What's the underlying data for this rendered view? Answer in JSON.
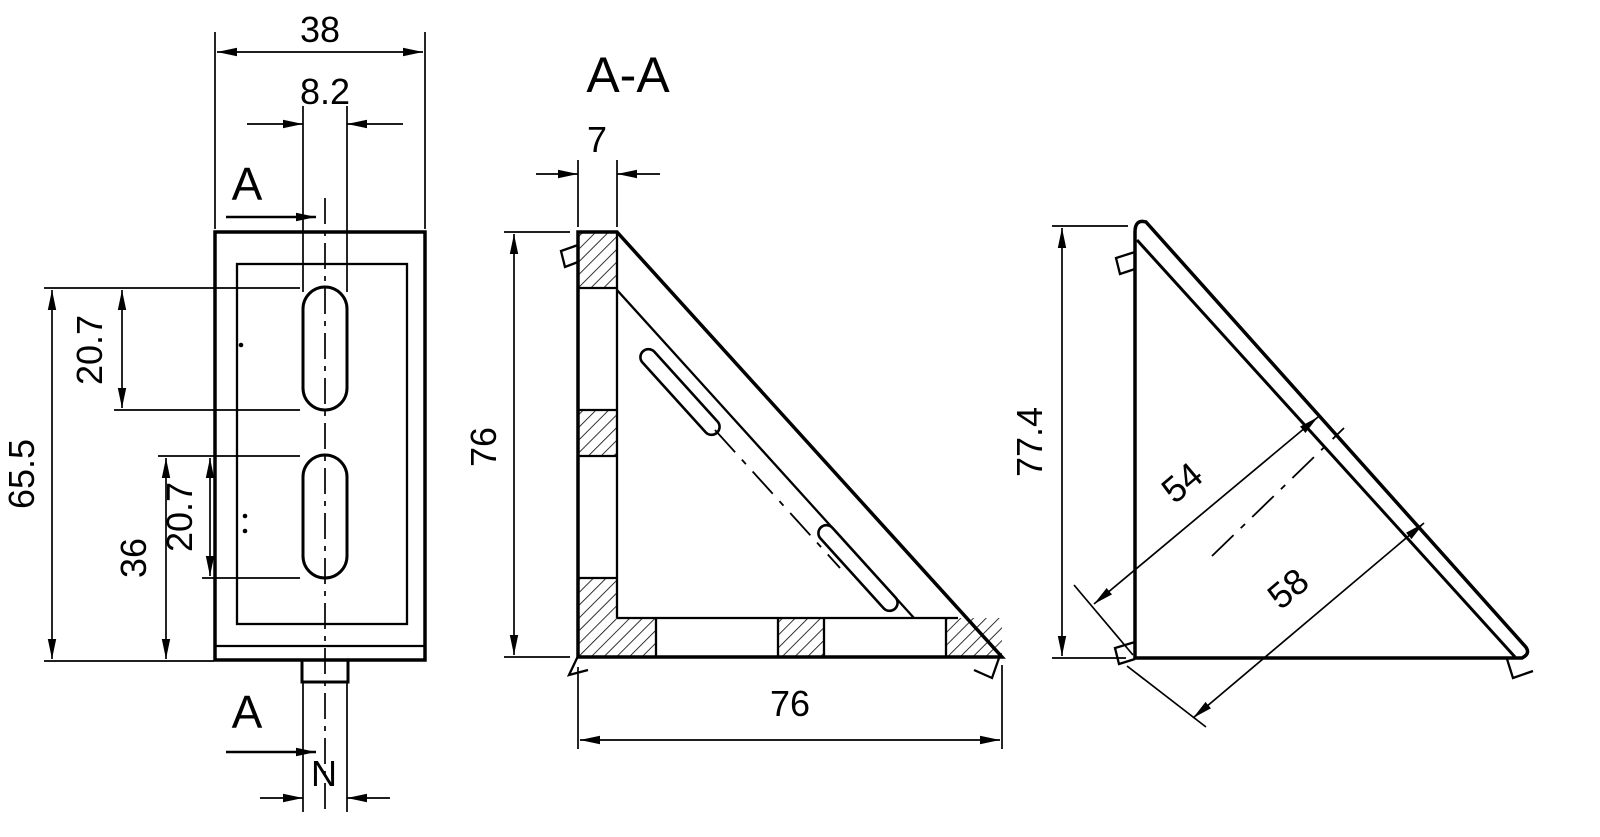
{
  "drawing": {
    "front_view": {
      "dim_width": "38",
      "dim_slot_width": "8.2",
      "dim_slot1_length": "20.7",
      "dim_slot2_length": "20.7",
      "dim_total_height": "65.5",
      "dim_lower_offset": "36",
      "section_label_top": "A",
      "section_label_bottom": "A",
      "label_nut": "N"
    },
    "section_view": {
      "title": "A-A",
      "dim_thickness": "7",
      "dim_height": "76",
      "dim_width": "76"
    },
    "side_view": {
      "dim_height": "77.4",
      "dim_face_to_corner": "54",
      "dim_face_to_lip": "58"
    }
  }
}
